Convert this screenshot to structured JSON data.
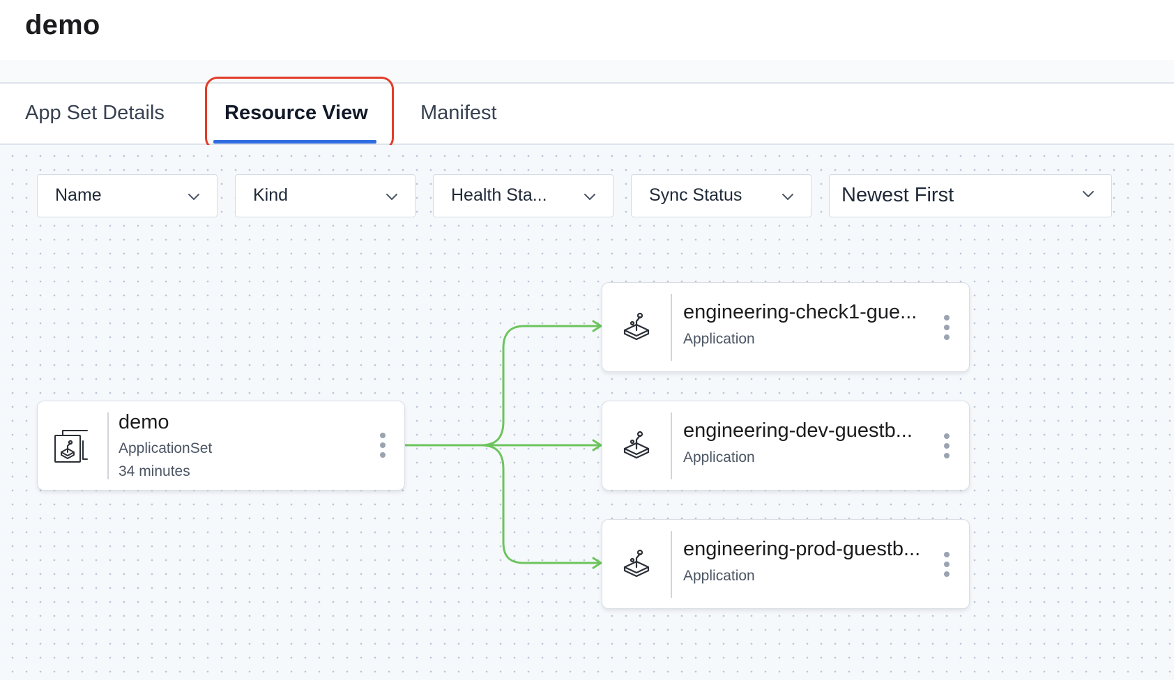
{
  "page": {
    "title": "demo"
  },
  "tabs": [
    {
      "label": "App Set Details",
      "active": false
    },
    {
      "label": "Resource View",
      "active": true
    },
    {
      "label": "Manifest",
      "active": false
    }
  ],
  "filters": [
    {
      "label": "Name",
      "icon": "chevron-down-icon"
    },
    {
      "label": "Kind",
      "icon": "chevron-down-icon"
    },
    {
      "label": "Health Sta...",
      "icon": "chevron-down-icon"
    },
    {
      "label": "Sync Status",
      "icon": "chevron-down-icon"
    },
    {
      "label": "Newest First",
      "icon": "chevron-down-icon"
    }
  ],
  "graph": {
    "root": {
      "name": "demo",
      "kind": "ApplicationSet",
      "age": "34 minutes",
      "icon": "applicationset-icon"
    },
    "children": [
      {
        "name": "engineering-check1-gue...",
        "kind": "Application",
        "icon": "application-joystick-icon"
      },
      {
        "name": "engineering-dev-guestb...",
        "kind": "Application",
        "icon": "application-joystick-icon"
      },
      {
        "name": "engineering-prod-guestb...",
        "kind": "Application",
        "icon": "application-joystick-icon"
      }
    ]
  },
  "colors": {
    "tab_underline": "#2f6ce0",
    "tab_highlight_outline": "#e23d28",
    "connector": "#6cc45d",
    "canvas_background": "#f6f9fc"
  }
}
